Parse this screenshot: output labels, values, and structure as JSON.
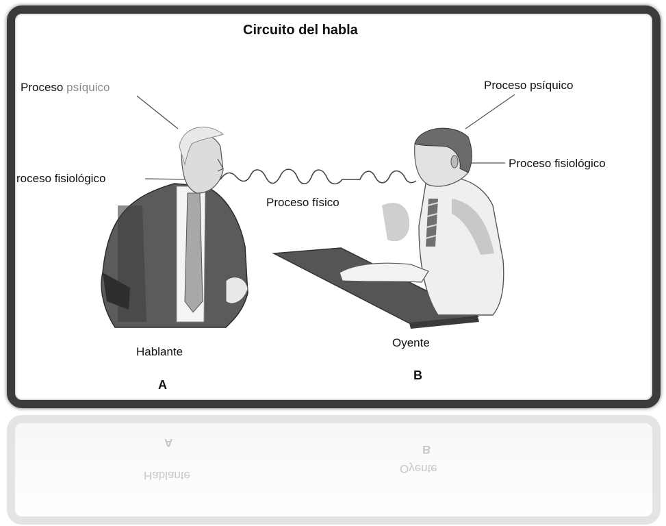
{
  "diagram": {
    "title": "Circuito del habla",
    "left_psychic_word1": "Proceso",
    "left_psychic_word2": "psíquico",
    "left_physiological": "roceso fisiológico",
    "physical": "Proceso físico",
    "right_psychic": "Proceso psíquico",
    "right_physiological": "Proceso fisiológico",
    "speaker": "Hablante",
    "listener": "Oyente",
    "speaker_letter": "A",
    "listener_letter": "B"
  },
  "colors": {
    "frame": "#3b3b3b",
    "suit": "#555555",
    "table": "#5a5a5a",
    "hair": "#6b6b6b"
  },
  "icons": [
    "speaker-man-illustration",
    "listener-man-illustration",
    "table-illustration",
    "sound-wave"
  ]
}
